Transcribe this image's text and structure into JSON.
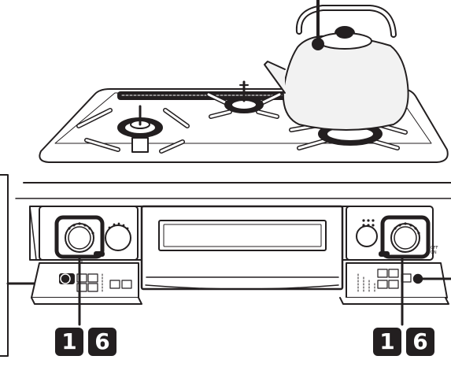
{
  "callouts": {
    "left": [
      "1",
      "6"
    ],
    "right": [
      "1",
      "6"
    ]
  },
  "right_panel": {
    "knob_marks": [
      "OFF",
      "ON"
    ]
  },
  "colors": {
    "line": "#231f20",
    "kettle_fill": "#f2f2f2",
    "highlight": "#231f20"
  }
}
